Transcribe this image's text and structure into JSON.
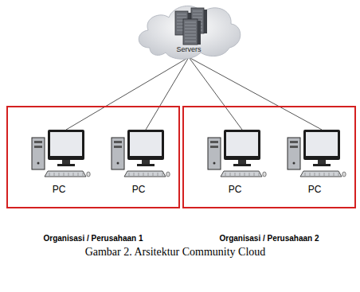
{
  "diagram": {
    "caption": "Gambar 2. Arsitektur Community Cloud",
    "nodes": [
      {
        "text": [
          "Servers"
        ]
      },
      {
        "text": [
          "Organisasi / Perusahaan 1"
        ]
      },
      {
        "text": [
          "PC"
        ],
        "in": 1
      },
      {
        "text": [
          "PC"
        ],
        "in": 1
      },
      {
        "text": [
          "Organisasi / Perusahaan 2"
        ]
      },
      {
        "text": [
          "PC"
        ],
        "in": 4
      },
      {
        "text": [
          "PC"
        ],
        "in": 4
      }
    ],
    "edges": [
      {
        "from": 0,
        "to": 2,
        "arrow": "none"
      },
      {
        "from": 0,
        "to": 3,
        "arrow": "none"
      },
      {
        "from": 0,
        "to": 5,
        "arrow": "none"
      },
      {
        "from": 0,
        "to": 6,
        "arrow": "none"
      }
    ]
  }
}
